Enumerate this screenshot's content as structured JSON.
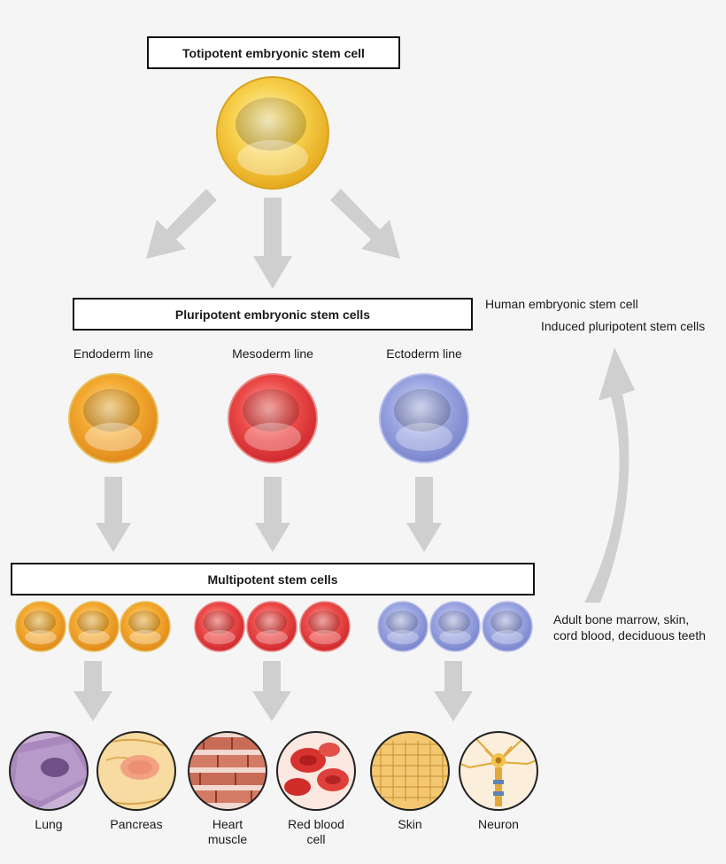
{
  "levels": {
    "totipotent": "Totipotent embryonic stem cell",
    "pluripotent": "Pluripotent embryonic stem cells",
    "multipotent": "Multipotent stem cells"
  },
  "lines": {
    "endoderm": "Endoderm line",
    "mesoderm": "Mesoderm line",
    "ectoderm": "Ectoderm line"
  },
  "side_notes": {
    "human_embryonic": "Human embryonic stem cell",
    "induced_pluripotent": "Induced pluripotent stem cells",
    "adult_sources_line1": "Adult bone marrow, skin,",
    "adult_sources_line2": "cord blood, deciduous teeth"
  },
  "cell_types": {
    "lung": "Lung",
    "pancreas": "Pancreas",
    "heart_line1": "Heart",
    "heart_line2": "muscle",
    "rbc_line1": "Red blood",
    "rbc_line2": "cell",
    "skin": "Skin",
    "neuron": "Neuron"
  },
  "colors": {
    "totipotent": "#f2c230",
    "endoderm": "#f0a02a",
    "mesoderm": "#e9383c",
    "ectoderm": "#8e99d8",
    "arrow": "#cfcfcf"
  }
}
